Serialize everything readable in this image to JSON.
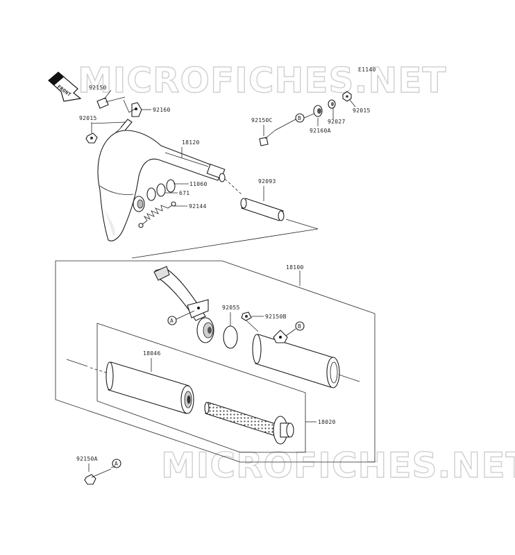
{
  "diagram_code": "E1140",
  "watermarks": [
    "MICROFICHES.NET",
    "MICROFICHES.NET"
  ],
  "front_label": "FRONT",
  "refs": {
    "a": "A",
    "b": "B"
  },
  "parts": {
    "p92150_top": "92150",
    "p92160": "92160",
    "p92015_left": "92015",
    "p18120": "18120",
    "p11060": "11060",
    "p671": "671",
    "p92144": "92144",
    "p92093": "92093",
    "p92150C": "92150C",
    "p92160A": "92160A",
    "p92027": "92027",
    "p92015_right": "92015",
    "p18100": "18100",
    "p92055": "92055",
    "p92150B": "92150B",
    "p18046": "18046",
    "p18020": "18020",
    "p92150A": "92150A"
  }
}
